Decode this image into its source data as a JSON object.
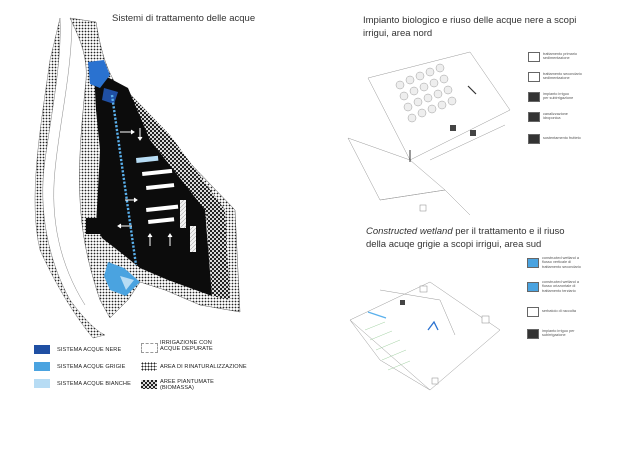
{
  "left_panel": {
    "title": "Sistemi di trattamento delle acque"
  },
  "legend": {
    "items": [
      {
        "label": "SISTEMA ACQUE NERE",
        "color": "#1f4fa3"
      },
      {
        "label": "SISTEMA ACQUE GRIGIE",
        "color": "#4aa3e0"
      },
      {
        "label": "SISTEMA ACQUE BIANCHE",
        "color": "#b7dcf4"
      },
      {
        "label": "IRRIGAZIONE CON ACQUE DEPURATE",
        "color": "#ffffff"
      },
      {
        "label": "AREA DI RINATURALIZZAZIONE",
        "color": "#777777"
      },
      {
        "label": "AREE PIANTUMATE (BIOMASSA)",
        "color": "#555555"
      }
    ]
  },
  "north_panel": {
    "title_line1": "Impianto biologico e riuso delle acque nere a scopi",
    "title_line2": "irrigui, area nord",
    "side_legend": [
      {
        "l1": "trattamento primario",
        "l2": "sedimentazione"
      },
      {
        "l1": "trattamento secondario",
        "l2": "sedimentazione"
      },
      {
        "l1": "impianto irriguo",
        "l2": "per subirrigazione"
      },
      {
        "l1": "canalizzazione",
        "l2": "idroponica"
      },
      {
        "l1": "sostentamento frutteto",
        "l2": ""
      }
    ]
  },
  "south_panel": {
    "title_italic": "Constructed wetland",
    "title_line1_rest": " per il trattamento e il riuso",
    "title_line2": "della acuqe grigie a scopi irrigui, area sud",
    "side_legend": [
      {
        "l1": "constructed wetland a",
        "l2": "flusso verticale di",
        "l3": "trattamento secondario"
      },
      {
        "l1": "constructed wetland a",
        "l2": "flusso orizzontale di",
        "l3": "trattamento terziario"
      },
      {
        "l1": "serbatoio di raccolta",
        "l2": "",
        "l3": ""
      },
      {
        "l1": "impianto irriguo per",
        "l2": "subirrigazione",
        "l3": ""
      }
    ]
  }
}
